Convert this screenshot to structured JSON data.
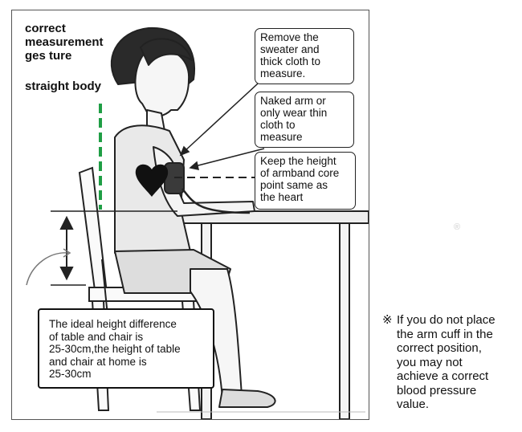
{
  "headings": {
    "posture": [
      "correct",
      "measurement",
      "ges ture"
    ],
    "straight_body": "straight body"
  },
  "callouts": {
    "sweater": [
      "Remove the",
      "sweater and",
      "thick cloth to",
      "measure."
    ],
    "naked_arm": [
      "Naked arm or",
      "only wear thin",
      "cloth to",
      "measure"
    ],
    "height": [
      "Keep the height",
      "of armband core",
      "point same as",
      "the heart"
    ]
  },
  "note_box": [
    "The ideal height difference",
    "of table and chair is",
    "25-30cm,the height of table",
    "and chair at home is",
    "25-30cm"
  ],
  "side_note": {
    "mark": "※",
    "lines": [
      "If you do not place",
      "the arm cuff in the",
      "correct position,",
      "you may not",
      "achieve a correct",
      "blood pressure",
      "value."
    ]
  },
  "registered_mark": "®",
  "colors": {
    "outline": "#222222",
    "dashed_body_line": "#1f9e45",
    "heart": "#111111",
    "grey_fill": "#e9e9e9",
    "hair": "#2a2a2a"
  }
}
